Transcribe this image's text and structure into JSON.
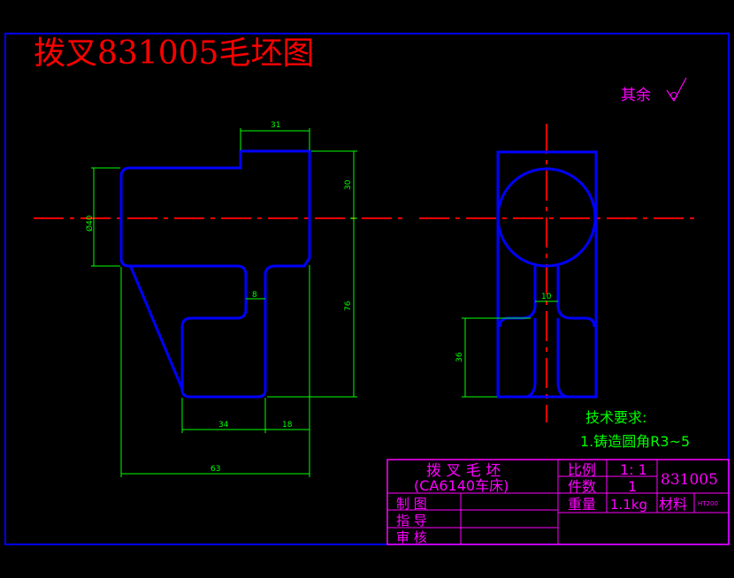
{
  "title": "拨叉831005毛坯图",
  "surface_note": "其余",
  "dimensions": {
    "top_width": "31",
    "dia": "Ø40",
    "height_30": "30",
    "height_76": "76",
    "slot_8": "8",
    "width_34": "34",
    "width_18": "18",
    "width_63": "63",
    "side_10": "10",
    "side_36": "36"
  },
  "tech_req": {
    "heading": "技术要求:",
    "item1": "1.铸造圆角R3~5"
  },
  "title_block": {
    "part_name": "拨 叉 毛 坯",
    "machine": "(CA6140车床)",
    "scale_label": "比例",
    "scale_value": "1: 1",
    "qty_label": "件数",
    "qty_value": "1",
    "drawing_no": "831005",
    "weight_label": "重量",
    "weight_value": "1.1kg",
    "material_label": "材料",
    "material_value": "HT200",
    "drawn_by": "制    图",
    "guided_by": "指    导",
    "checked_by": "审    核"
  },
  "colors": {
    "background": "#000000",
    "outline": "#0000ff",
    "center_line": "#ff0000",
    "dimension": "#00ff00",
    "title_text": "#ff0000",
    "annotation": "#ff00ff",
    "tech_text": "#00ff00"
  }
}
